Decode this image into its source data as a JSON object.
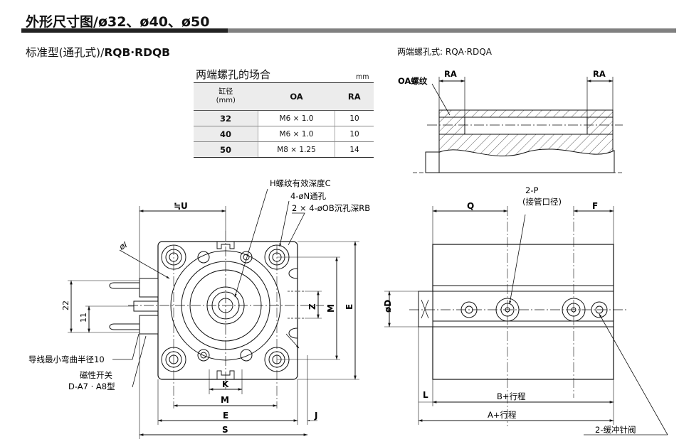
{
  "header": {
    "title": "外形尺寸图/ø32、ø40、ø50",
    "subtitle_prefix": "标准型(通孔式)/",
    "subtitle_model": "RQB·RDQB"
  },
  "table": {
    "title": "两端螺孔的场合",
    "unit": "mm",
    "headers": {
      "bore_line1": "缸径",
      "bore_line2": "(mm)",
      "oa": "OA",
      "ra": "RA"
    },
    "rows": [
      {
        "bore": "32",
        "oa": "M6 × 1.0",
        "ra": "10"
      },
      {
        "bore": "40",
        "oa": "M6 × 1.0",
        "ra": "10"
      },
      {
        "bore": "50",
        "oa": "M8 × 1.25",
        "ra": "14"
      }
    ]
  },
  "section_view": {
    "title": "两端螺孔式: RQA·RDQA",
    "oa_label": "OA螺纹",
    "ra_label_left": "RA",
    "ra_label_right": "RA"
  },
  "front_view": {
    "labels": {
      "h_thread": "H螺纹有效深度C",
      "n_hole": "4-øN通孔",
      "ob_counterbore": "2 × 4-øOB沉孔深RB",
      "u": "≒U",
      "phi_i": "øI",
      "d22": "22",
      "d11": "11",
      "z": "Z",
      "m_vert": "M",
      "e_vert": "E",
      "k": "K",
      "m_horiz": "M",
      "e_horiz": "E",
      "s": "S",
      "j": "J",
      "wire_bend": "导线最小弯曲半径10",
      "switch_line1": "磁性开关",
      "switch_line2": "D-A7 · A8型"
    }
  },
  "side_view": {
    "labels": {
      "port_line1": "2-P",
      "port_line2": "(接管口径)",
      "q": "Q",
      "f": "F",
      "od": "øD",
      "l": "L",
      "b_stroke": "B+行程",
      "a_stroke": "A+行程",
      "cushion": "2-缓冲针阀"
    }
  }
}
